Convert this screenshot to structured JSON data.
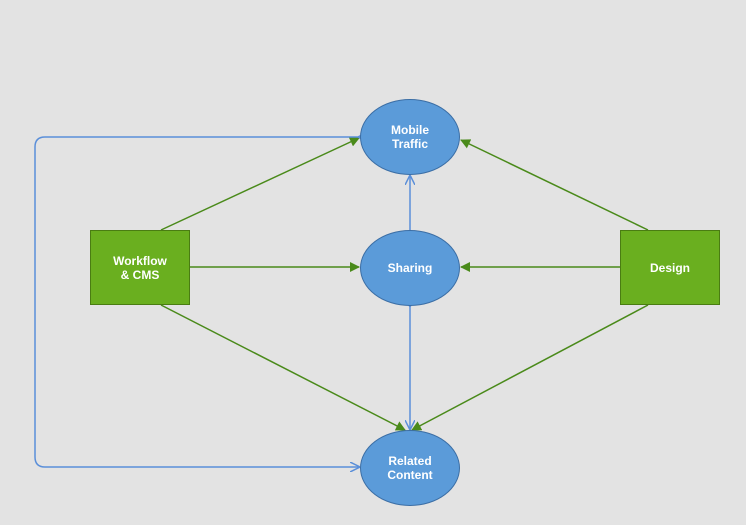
{
  "colors": {
    "background": "#e3e3e3",
    "ellipse_fill": "#5b9bd9",
    "ellipse_stroke": "#3b6ea5",
    "rect_fill": "#6aaf1f",
    "rect_stroke": "#4a7d12",
    "blue_edge": "#5b8fd9",
    "green_edge": "#4a8a1a"
  },
  "nodes": [
    {
      "id": "mobile_traffic",
      "shape": "ellipse",
      "label": "Mobile\nTraffic"
    },
    {
      "id": "sharing",
      "shape": "ellipse",
      "label": "Sharing"
    },
    {
      "id": "related_content",
      "shape": "ellipse",
      "label": "Related\nContent"
    },
    {
      "id": "workflow_cms",
      "shape": "rect",
      "label": "Workflow\n& CMS"
    },
    {
      "id": "design",
      "shape": "rect",
      "label": "Design"
    }
  ],
  "edges": [
    {
      "from": "workflow_cms",
      "to": "mobile_traffic",
      "color": "green"
    },
    {
      "from": "workflow_cms",
      "to": "sharing",
      "color": "green"
    },
    {
      "from": "workflow_cms",
      "to": "related_content",
      "color": "green"
    },
    {
      "from": "design",
      "to": "mobile_traffic",
      "color": "green"
    },
    {
      "from": "design",
      "to": "sharing",
      "color": "green"
    },
    {
      "from": "design",
      "to": "related_content",
      "color": "green"
    },
    {
      "from": "sharing",
      "to": "mobile_traffic",
      "color": "blue"
    },
    {
      "from": "sharing",
      "to": "related_content",
      "color": "blue",
      "bidirectional": true
    },
    {
      "from": "mobile_traffic",
      "to": "related_content",
      "color": "blue",
      "bidirectional": true,
      "routing": "left-loop"
    }
  ]
}
